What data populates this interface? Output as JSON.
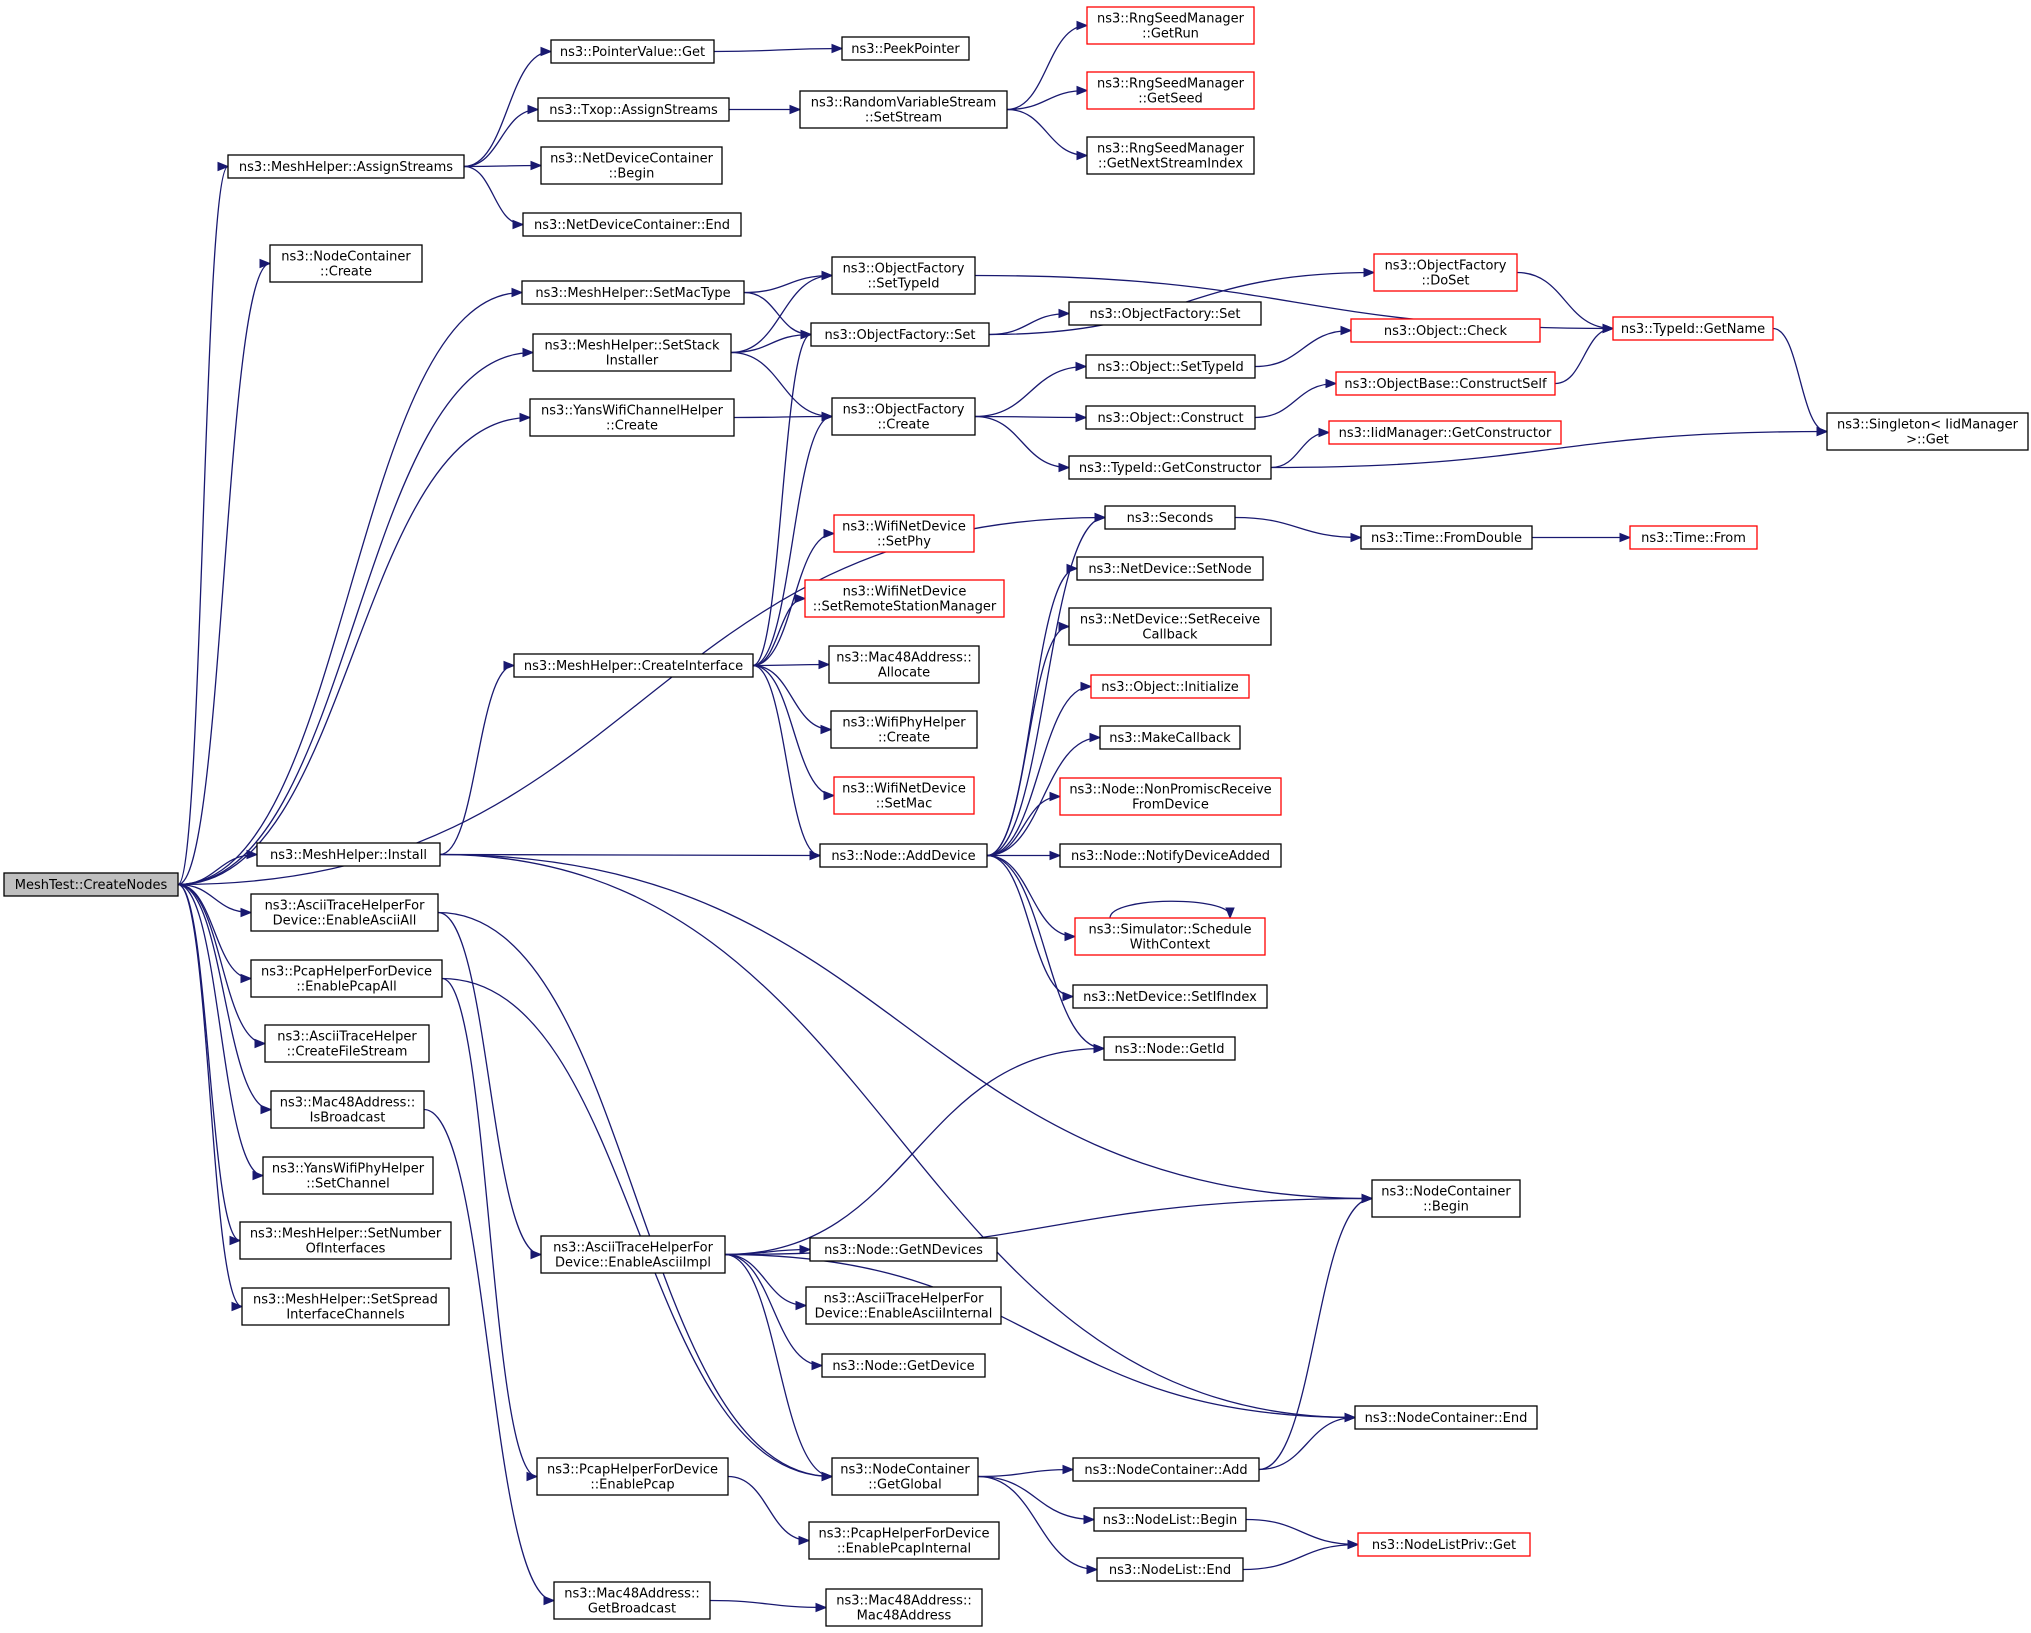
{
  "diagram": {
    "type": "call-graph",
    "root": "MeshTest::CreateNodes",
    "colors": {
      "edge": "#191970",
      "truncated_border": "#ff0000",
      "root_fill": "#bfbfbf",
      "node_border": "#000000"
    },
    "nodes": [
      {
        "id": "root",
        "lines": [
          "MeshTest::CreateNodes"
        ],
        "style": "root"
      },
      {
        "id": "assignStreams",
        "lines": [
          "ns3::MeshHelper::AssignStreams"
        ]
      },
      {
        "id": "ncCreate",
        "lines": [
          "ns3::NodeContainer",
          "::Create"
        ]
      },
      {
        "id": "setMacType",
        "lines": [
          "ns3::MeshHelper::SetMacType"
        ]
      },
      {
        "id": "setStack",
        "lines": [
          "ns3::MeshHelper::SetStack",
          "Installer"
        ]
      },
      {
        "id": "yansChCreate",
        "lines": [
          "ns3::YansWifiChannelHelper",
          "::Create"
        ]
      },
      {
        "id": "meshInstall",
        "lines": [
          "ns3::MeshHelper::Install"
        ]
      },
      {
        "id": "enableAsciiAll",
        "lines": [
          "ns3::AsciiTraceHelperFor",
          "Device::EnableAsciiAll"
        ]
      },
      {
        "id": "enablePcapAll",
        "lines": [
          "ns3::PcapHelperForDevice",
          "::EnablePcapAll"
        ]
      },
      {
        "id": "createFileStream",
        "lines": [
          "ns3::AsciiTraceHelper",
          "::CreateFileStream"
        ]
      },
      {
        "id": "isBroadcast",
        "lines": [
          "ns3::Mac48Address::",
          "IsBroadcast"
        ]
      },
      {
        "id": "yansPhySetChannel",
        "lines": [
          "ns3::YansWifiPhyHelper",
          "::SetChannel"
        ]
      },
      {
        "id": "setNumberOfIf",
        "lines": [
          "ns3::MeshHelper::SetNumber",
          "OfInterfaces"
        ]
      },
      {
        "id": "setSpreadIf",
        "lines": [
          "ns3::MeshHelper::SetSpread",
          "InterfaceChannels"
        ]
      },
      {
        "id": "pointerGet",
        "lines": [
          "ns3::PointerValue::Get"
        ]
      },
      {
        "id": "txopAssign",
        "lines": [
          "ns3::Txop::AssignStreams"
        ]
      },
      {
        "id": "ndcBegin",
        "lines": [
          "ns3::NetDeviceContainer",
          "::Begin"
        ]
      },
      {
        "id": "ndcEnd",
        "lines": [
          "ns3::NetDeviceContainer::End"
        ]
      },
      {
        "id": "peekPointer",
        "lines": [
          "ns3::PeekPointer"
        ]
      },
      {
        "id": "rvsSetStream",
        "lines": [
          "ns3::RandomVariableStream",
          "::SetStream"
        ]
      },
      {
        "id": "rngGetRun",
        "lines": [
          "ns3::RngSeedManager",
          "::GetRun"
        ],
        "style": "red"
      },
      {
        "id": "rngGetSeed",
        "lines": [
          "ns3::RngSeedManager",
          "::GetSeed"
        ],
        "style": "red"
      },
      {
        "id": "rngNextStream",
        "lines": [
          "ns3::RngSeedManager",
          "::GetNextStreamIndex"
        ]
      },
      {
        "id": "ofSetTypeId",
        "lines": [
          "ns3::ObjectFactory",
          "::SetTypeId"
        ]
      },
      {
        "id": "ofSet",
        "lines": [
          "ns3::ObjectFactory::Set"
        ]
      },
      {
        "id": "ofCreate",
        "lines": [
          "ns3::ObjectFactory",
          "::Create"
        ]
      },
      {
        "id": "ofDoSet",
        "lines": [
          "ns3::ObjectFactory",
          "::DoSet"
        ],
        "style": "red"
      },
      {
        "id": "ofSet2",
        "lines": [
          "ns3::ObjectFactory::Set"
        ]
      },
      {
        "id": "objCheck",
        "lines": [
          "ns3::Object::Check"
        ],
        "style": "red"
      },
      {
        "id": "objSetTypeId",
        "lines": [
          "ns3::Object::SetTypeId"
        ]
      },
      {
        "id": "objBaseConstruct",
        "lines": [
          "ns3::ObjectBase::ConstructSelf"
        ],
        "style": "red"
      },
      {
        "id": "objConstruct",
        "lines": [
          "ns3::Object::Construct"
        ]
      },
      {
        "id": "iidGetCtor",
        "lines": [
          "ns3::IidManager::GetConstructor"
        ],
        "style": "red"
      },
      {
        "id": "typeIdGetCtor",
        "lines": [
          "ns3::TypeId::GetConstructor"
        ]
      },
      {
        "id": "typeIdGetName",
        "lines": [
          "ns3::TypeId::GetName"
        ],
        "style": "red"
      },
      {
        "id": "singletonGet",
        "lines": [
          "ns3::Singleton< IidManager",
          ">::Get"
        ]
      },
      {
        "id": "seconds",
        "lines": [
          "ns3::Seconds"
        ]
      },
      {
        "id": "timeFromDouble",
        "lines": [
          "ns3::Time::FromDouble"
        ]
      },
      {
        "id": "timeFrom",
        "lines": [
          "ns3::Time::From"
        ],
        "style": "red"
      },
      {
        "id": "createInterface",
        "lines": [
          "ns3::MeshHelper::CreateInterface"
        ]
      },
      {
        "id": "wndSetPhy",
        "lines": [
          "ns3::WifiNetDevice",
          "::SetPhy"
        ],
        "style": "red"
      },
      {
        "id": "wndSetRsm",
        "lines": [
          "ns3::WifiNetDevice",
          "::SetRemoteStationManager"
        ],
        "style": "red"
      },
      {
        "id": "macAllocate",
        "lines": [
          "ns3::Mac48Address::",
          "Allocate"
        ]
      },
      {
        "id": "wifiPhyCreate",
        "lines": [
          "ns3::WifiPhyHelper",
          "::Create"
        ]
      },
      {
        "id": "wndSetMac",
        "lines": [
          "ns3::WifiNetDevice",
          "::SetMac"
        ],
        "style": "red"
      },
      {
        "id": "nodeAddDevice",
        "lines": [
          "ns3::Node::AddDevice"
        ]
      },
      {
        "id": "ndSetNode",
        "lines": [
          "ns3::NetDevice::SetNode"
        ]
      },
      {
        "id": "ndSetRecvCb",
        "lines": [
          "ns3::NetDevice::SetReceive",
          "Callback"
        ]
      },
      {
        "id": "objInitialize",
        "lines": [
          "ns3::Object::Initialize"
        ],
        "style": "red"
      },
      {
        "id": "makeCallback",
        "lines": [
          "ns3::MakeCallback"
        ]
      },
      {
        "id": "nodeNonPromisc",
        "lines": [
          "ns3::Node::NonPromiscReceive",
          "FromDevice"
        ],
        "style": "red"
      },
      {
        "id": "nodeNotifyAdded",
        "lines": [
          "ns3::Node::NotifyDeviceAdded"
        ]
      },
      {
        "id": "simSchedule",
        "lines": [
          "ns3::Simulator::Schedule",
          "WithContext"
        ],
        "style": "red"
      },
      {
        "id": "ndSetIfIndex",
        "lines": [
          "ns3::NetDevice::SetIfIndex"
        ]
      },
      {
        "id": "nodeGetId",
        "lines": [
          "ns3::Node::GetId"
        ]
      },
      {
        "id": "ncBegin",
        "lines": [
          "ns3::NodeContainer",
          "::Begin"
        ]
      },
      {
        "id": "enableAsciiImpl",
        "lines": [
          "ns3::AsciiTraceHelperFor",
          "Device::EnableAsciiImpl"
        ]
      },
      {
        "id": "nodeGetNDevices",
        "lines": [
          "ns3::Node::GetNDevices"
        ]
      },
      {
        "id": "enableAsciiInternal",
        "lines": [
          "ns3::AsciiTraceHelperFor",
          "Device::EnableAsciiInternal"
        ]
      },
      {
        "id": "nodeGetDevice",
        "lines": [
          "ns3::Node::GetDevice"
        ]
      },
      {
        "id": "ncEnd",
        "lines": [
          "ns3::NodeContainer::End"
        ]
      },
      {
        "id": "ncGetGlobal",
        "lines": [
          "ns3::NodeContainer",
          "::GetGlobal"
        ]
      },
      {
        "id": "ncAdd",
        "lines": [
          "ns3::NodeContainer::Add"
        ]
      },
      {
        "id": "nlBegin",
        "lines": [
          "ns3::NodeList::Begin"
        ]
      },
      {
        "id": "nlEnd",
        "lines": [
          "ns3::NodeList::End"
        ]
      },
      {
        "id": "nlPrivGet",
        "lines": [
          "ns3::NodeListPriv::Get"
        ],
        "style": "red"
      },
      {
        "id": "enablePcap",
        "lines": [
          "ns3::PcapHelperForDevice",
          "::EnablePcap"
        ]
      },
      {
        "id": "enablePcapInternal",
        "lines": [
          "ns3::PcapHelperForDevice",
          "::EnablePcapInternal"
        ]
      },
      {
        "id": "getBroadcast",
        "lines": [
          "ns3::Mac48Address::",
          "GetBroadcast"
        ]
      },
      {
        "id": "mac48Ctor",
        "lines": [
          "ns3::Mac48Address::",
          "Mac48Address"
        ]
      }
    ],
    "edges": [
      [
        "root",
        "assignStreams"
      ],
      [
        "root",
        "ncCreate"
      ],
      [
        "root",
        "setMacType"
      ],
      [
        "root",
        "setStack"
      ],
      [
        "root",
        "yansChCreate"
      ],
      [
        "root",
        "seconds"
      ],
      [
        "root",
        "meshInstall"
      ],
      [
        "root",
        "enableAsciiAll"
      ],
      [
        "root",
        "enablePcapAll"
      ],
      [
        "root",
        "createFileStream"
      ],
      [
        "root",
        "isBroadcast"
      ],
      [
        "root",
        "yansPhySetChannel"
      ],
      [
        "root",
        "setNumberOfIf"
      ],
      [
        "root",
        "setSpreadIf"
      ],
      [
        "assignStreams",
        "pointerGet"
      ],
      [
        "assignStreams",
        "txopAssign"
      ],
      [
        "assignStreams",
        "ndcBegin"
      ],
      [
        "assignStreams",
        "ndcEnd"
      ],
      [
        "pointerGet",
        "peekPointer"
      ],
      [
        "txopAssign",
        "rvsSetStream"
      ],
      [
        "rvsSetStream",
        "rngGetRun"
      ],
      [
        "rvsSetStream",
        "rngGetSeed"
      ],
      [
        "rvsSetStream",
        "rngNextStream"
      ],
      [
        "setMacType",
        "ofSetTypeId"
      ],
      [
        "setMacType",
        "ofSet"
      ],
      [
        "setStack",
        "ofSetTypeId"
      ],
      [
        "setStack",
        "ofSet"
      ],
      [
        "setStack",
        "ofCreate"
      ],
      [
        "yansChCreate",
        "ofCreate"
      ],
      [
        "ofSetTypeId",
        "typeIdGetName"
      ],
      [
        "ofSet",
        "ofDoSet"
      ],
      [
        "ofSet",
        "ofSet2"
      ],
      [
        "ofDoSet",
        "typeIdGetName"
      ],
      [
        "ofCreate",
        "objSetTypeId"
      ],
      [
        "ofCreate",
        "objConstruct"
      ],
      [
        "ofCreate",
        "typeIdGetCtor"
      ],
      [
        "objSetTypeId",
        "objCheck"
      ],
      [
        "objConstruct",
        "objBaseConstruct"
      ],
      [
        "objBaseConstruct",
        "typeIdGetName"
      ],
      [
        "typeIdGetCtor",
        "iidGetCtor"
      ],
      [
        "typeIdGetCtor",
        "singletonGet"
      ],
      [
        "typeIdGetName",
        "singletonGet"
      ],
      [
        "seconds",
        "timeFromDouble"
      ],
      [
        "timeFromDouble",
        "timeFrom"
      ],
      [
        "meshInstall",
        "createInterface"
      ],
      [
        "meshInstall",
        "nodeAddDevice"
      ],
      [
        "meshInstall",
        "ncBegin"
      ],
      [
        "meshInstall",
        "ncEnd"
      ],
      [
        "createInterface",
        "ofSet"
      ],
      [
        "createInterface",
        "ofCreate"
      ],
      [
        "createInterface",
        "wndSetPhy"
      ],
      [
        "createInterface",
        "wndSetRsm"
      ],
      [
        "createInterface",
        "macAllocate"
      ],
      [
        "createInterface",
        "wifiPhyCreate"
      ],
      [
        "createInterface",
        "wndSetMac"
      ],
      [
        "createInterface",
        "nodeAddDevice"
      ],
      [
        "nodeAddDevice",
        "seconds"
      ],
      [
        "nodeAddDevice",
        "ndSetNode"
      ],
      [
        "nodeAddDevice",
        "ndSetRecvCb"
      ],
      [
        "nodeAddDevice",
        "objInitialize"
      ],
      [
        "nodeAddDevice",
        "makeCallback"
      ],
      [
        "nodeAddDevice",
        "nodeNonPromisc"
      ],
      [
        "nodeAddDevice",
        "nodeNotifyAdded"
      ],
      [
        "nodeAddDevice",
        "simSchedule"
      ],
      [
        "nodeAddDevice",
        "ndSetIfIndex"
      ],
      [
        "nodeAddDevice",
        "nodeGetId"
      ],
      [
        "simSchedule",
        "simSchedule"
      ],
      [
        "enableAsciiAll",
        "enableAsciiImpl"
      ],
      [
        "enableAsciiAll",
        "ncGetGlobal"
      ],
      [
        "enablePcapAll",
        "enablePcap"
      ],
      [
        "enablePcapAll",
        "ncGetGlobal"
      ],
      [
        "isBroadcast",
        "getBroadcast"
      ],
      [
        "enableAsciiImpl",
        "nodeGetId"
      ],
      [
        "enableAsciiImpl",
        "ncBegin"
      ],
      [
        "enableAsciiImpl",
        "nodeGetNDevices"
      ],
      [
        "enableAsciiImpl",
        "enableAsciiInternal"
      ],
      [
        "enableAsciiImpl",
        "nodeGetDevice"
      ],
      [
        "enableAsciiImpl",
        "ncEnd"
      ],
      [
        "enableAsciiImpl",
        "ncGetGlobal"
      ],
      [
        "ncGetGlobal",
        "ncAdd"
      ],
      [
        "ncGetGlobal",
        "nlBegin"
      ],
      [
        "ncGetGlobal",
        "nlEnd"
      ],
      [
        "ncAdd",
        "ncBegin"
      ],
      [
        "ncAdd",
        "ncEnd"
      ],
      [
        "nlBegin",
        "nlPrivGet"
      ],
      [
        "nlEnd",
        "nlPrivGet"
      ],
      [
        "enablePcap",
        "enablePcapInternal"
      ],
      [
        "getBroadcast",
        "mac48Ctor"
      ]
    ]
  }
}
